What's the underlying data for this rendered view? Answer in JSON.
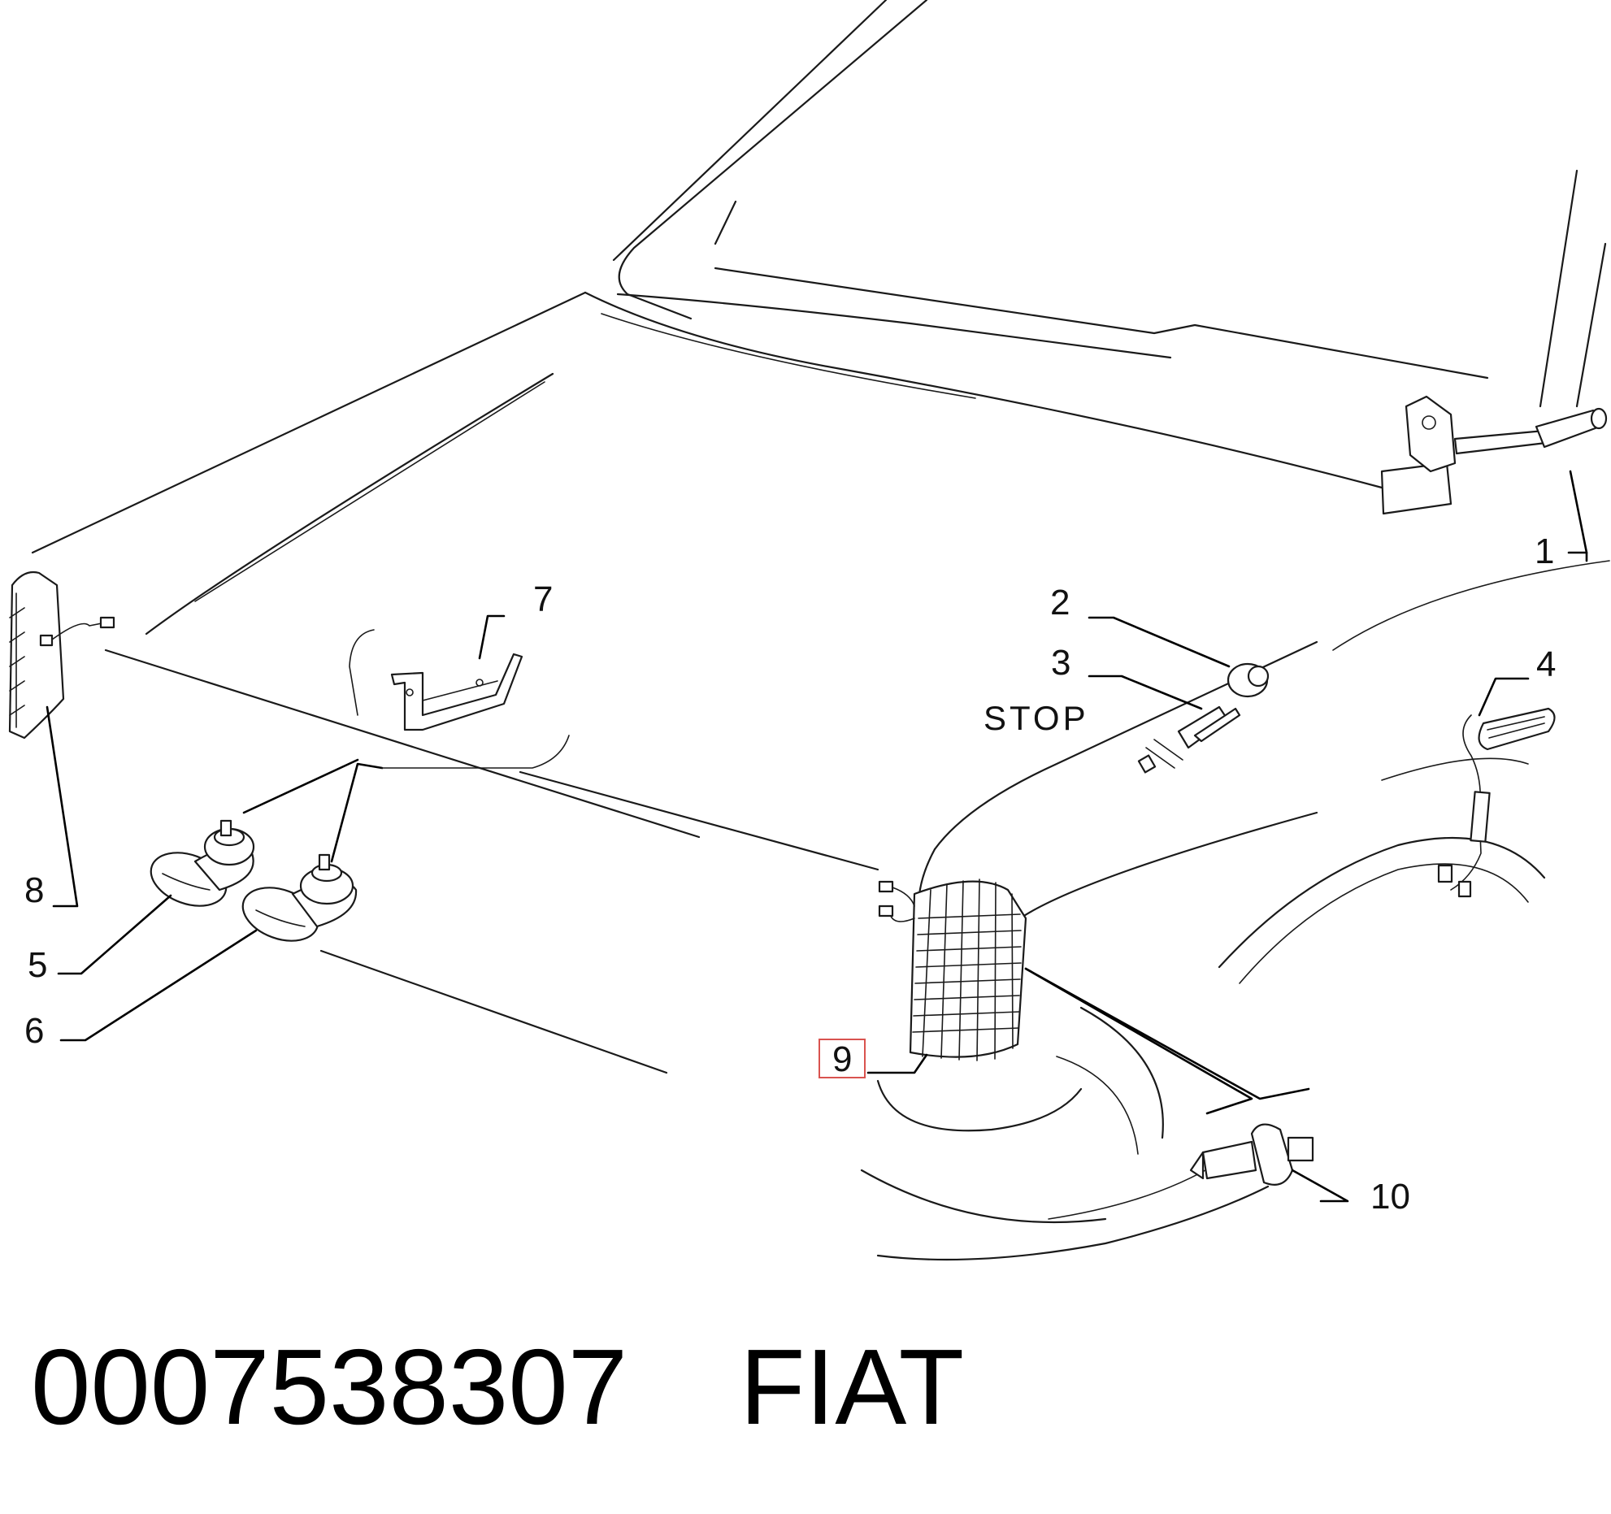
{
  "callouts": {
    "c1": "1",
    "c2": "2",
    "c3": "3",
    "c4": "4",
    "c5": "5",
    "c6": "6",
    "c7": "7",
    "c8": "8",
    "c9": "9",
    "c10": "10"
  },
  "stop_label": "STOP",
  "caption": {
    "part_number": "0007538307",
    "brand": "FIAT"
  },
  "highlight": {
    "callout": "9",
    "color": "#d9534f"
  }
}
